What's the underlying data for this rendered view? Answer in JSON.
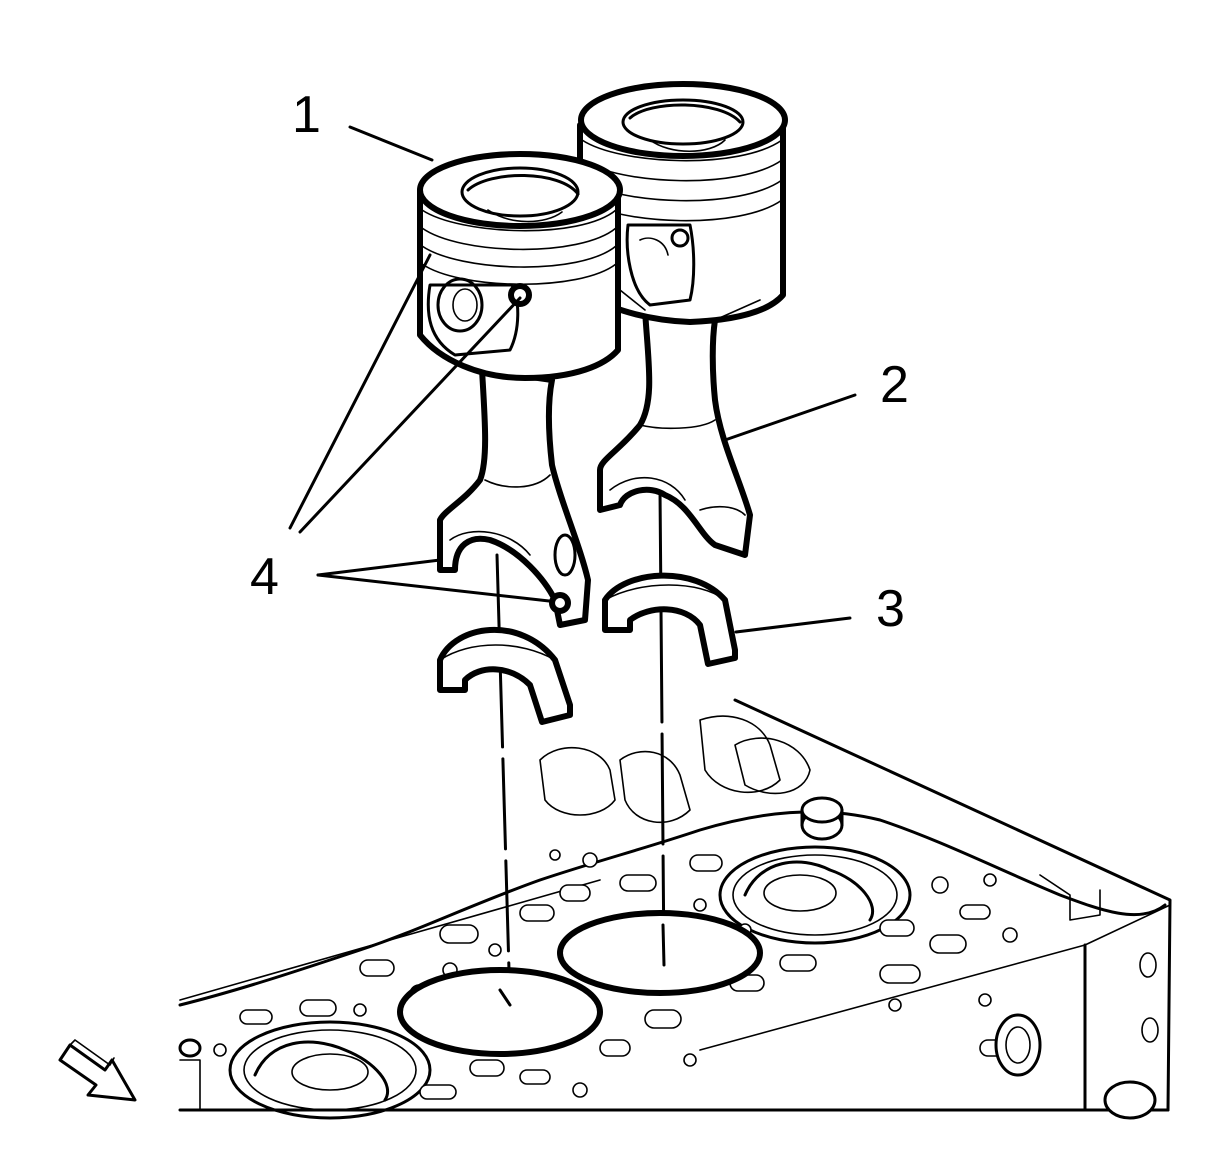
{
  "callouts": {
    "c1": "1",
    "c2": "2",
    "c3": "3",
    "c4": "4"
  },
  "colors": {
    "line": "#000000",
    "background": "#ffffff"
  },
  "icons": {
    "arrow": "view-direction-arrow-icon"
  }
}
